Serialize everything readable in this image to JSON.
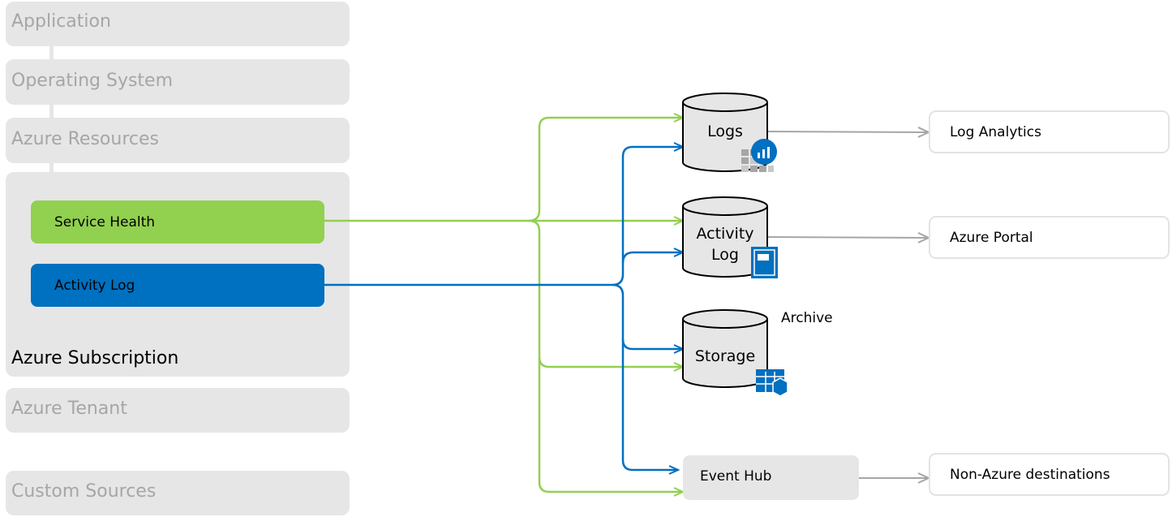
{
  "layers": {
    "application": "Application",
    "operating_system": "Operating System",
    "azure_resources": "Azure Resources",
    "azure_subscription": "Azure Subscription",
    "azure_tenant": "Azure Tenant",
    "custom_sources": "Custom Sources"
  },
  "sources": {
    "service_health": "Service Health",
    "activity_log": "Activity Log"
  },
  "stores": {
    "logs": "Logs",
    "activity_log_line1": "Activity",
    "activity_log_line2": "Log",
    "storage": "Storage",
    "archive": "Archive",
    "event_hub": "Event Hub"
  },
  "destinations": {
    "log_analytics": "Log Analytics",
    "azure_portal": "Azure Portal",
    "non_azure": "Non-Azure destinations"
  },
  "icons": {
    "logs": "log-analytics-icon",
    "activity_log": "activity-log-book-icon",
    "storage": "storage-table-icon",
    "event_hub": "event-hub-icon"
  },
  "colors": {
    "service_health": "#92d050",
    "activity_log": "#0070c0",
    "layer_bg": "#e6e6e6",
    "layer_text": "#a6a6a6",
    "connector_gray": "#a6a6a6"
  }
}
